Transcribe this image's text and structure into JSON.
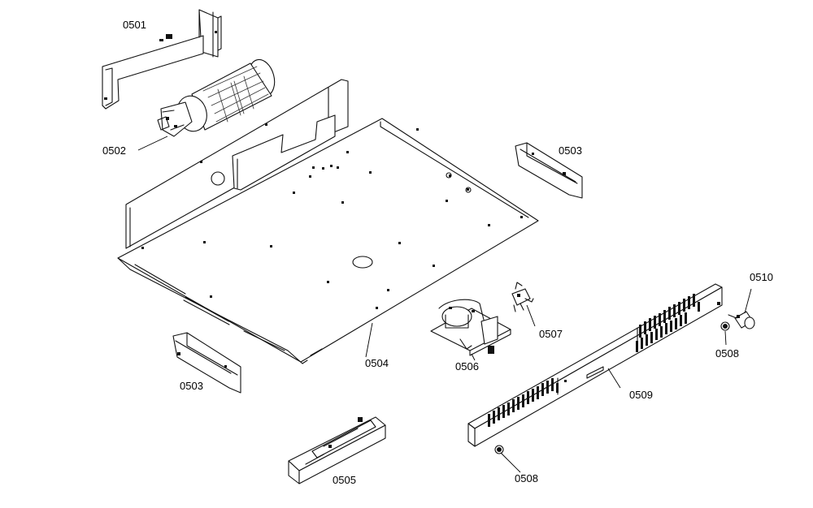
{
  "diagram": {
    "callouts": [
      {
        "id": "0501",
        "label": "0501"
      },
      {
        "id": "0502",
        "label": "0502"
      },
      {
        "id": "0503-right",
        "label": "0503"
      },
      {
        "id": "0503-left",
        "label": "0503"
      },
      {
        "id": "0504",
        "label": "0504"
      },
      {
        "id": "0505",
        "label": "0505"
      },
      {
        "id": "0506",
        "label": "0506"
      },
      {
        "id": "0507",
        "label": "0507"
      },
      {
        "id": "0508-right",
        "label": "0508"
      },
      {
        "id": "0508-bottom",
        "label": "0508"
      },
      {
        "id": "0509",
        "label": "0509"
      },
      {
        "id": "0510",
        "label": "0510"
      }
    ]
  }
}
